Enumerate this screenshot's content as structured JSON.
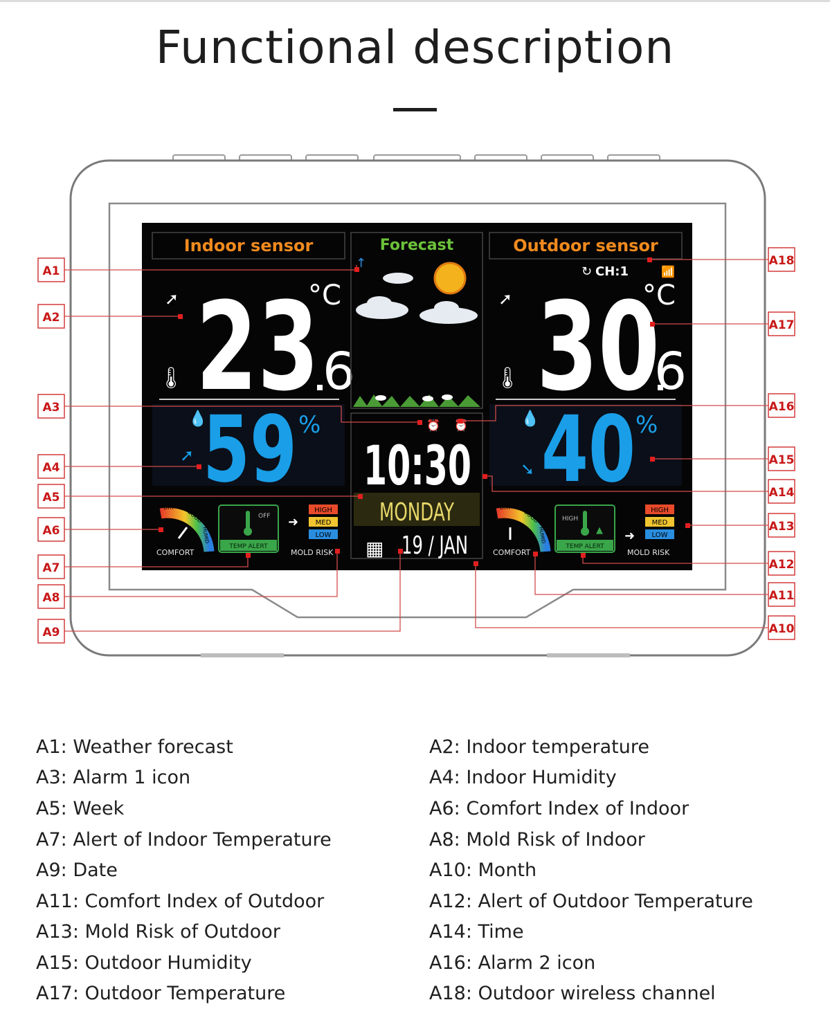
{
  "page": {
    "title": "Functional description"
  },
  "display": {
    "indoor": {
      "header": "Indoor sensor",
      "temp_int": "23",
      "temp_dec": "6",
      "temp_unit": "°C",
      "humidity": "59",
      "humidity_unit": "%",
      "comfort_label": "COMFORT",
      "comfort_scale": [
        "DRY",
        "GOOD",
        "HUMID"
      ],
      "alert_state": "OFF",
      "alert_label": "TEMP ALERT",
      "mold_levels": [
        "HIGH",
        "MED",
        "LOW"
      ],
      "mold_label": "MOLD RISK"
    },
    "forecast": {
      "header": "Forecast"
    },
    "clock": {
      "time": "10:30",
      "weekday": "MONDAY",
      "date": "19 / JAN"
    },
    "outdoor": {
      "header": "Outdoor sensor",
      "channel": "CH:1",
      "temp_int": "30",
      "temp_dec": "6",
      "temp_unit": "°C",
      "humidity": "40",
      "humidity_unit": "%",
      "comfort_label": "COMFORT",
      "comfort_scale": [
        "DRY",
        "GOOD",
        "HUMID"
      ],
      "alert_state": "HIGH",
      "alert_label": "TEMP ALERT",
      "mold_levels": [
        "HIGH",
        "MED",
        "LOW"
      ],
      "mold_label": "MOLD RISK"
    }
  },
  "tags": {
    "left": [
      "A1",
      "A2",
      "A3",
      "A4",
      "A5",
      "A6",
      "A7",
      "A8",
      "A9"
    ],
    "right": [
      "A18",
      "A17",
      "A16",
      "A15",
      "A14",
      "A13",
      "A12",
      "A11",
      "A10"
    ]
  },
  "legend": [
    "A1: Weather forecast",
    "A2: Indoor temperature",
    "A3: Alarm 1 icon",
    "A4: Indoor Humidity",
    "A5: Week",
    "A6: Comfort Index of Indoor",
    "A7: Alert of Indoor Temperature",
    "A8: Mold Risk of Indoor",
    "A9: Date",
    "A10: Month",
    "A11: Comfort Index of Outdoor",
    "A12: Alert of Outdoor Temperature",
    "A13: Mold Risk of Outdoor",
    "A14: Time",
    "A15: Outdoor Humidity",
    "A16: Alarm 2 icon",
    "A17: Outdoor Temperature",
    "A18: Outdoor wireless channel"
  ],
  "colors": {
    "tag_red": "#c81818",
    "lcd_bg": "#050505",
    "header_orange": "#f08a1e",
    "forecast_green": "#6cc23a",
    "humidity_blue": "#1a9ee8",
    "weekday_yellow": "#e8d86a"
  }
}
